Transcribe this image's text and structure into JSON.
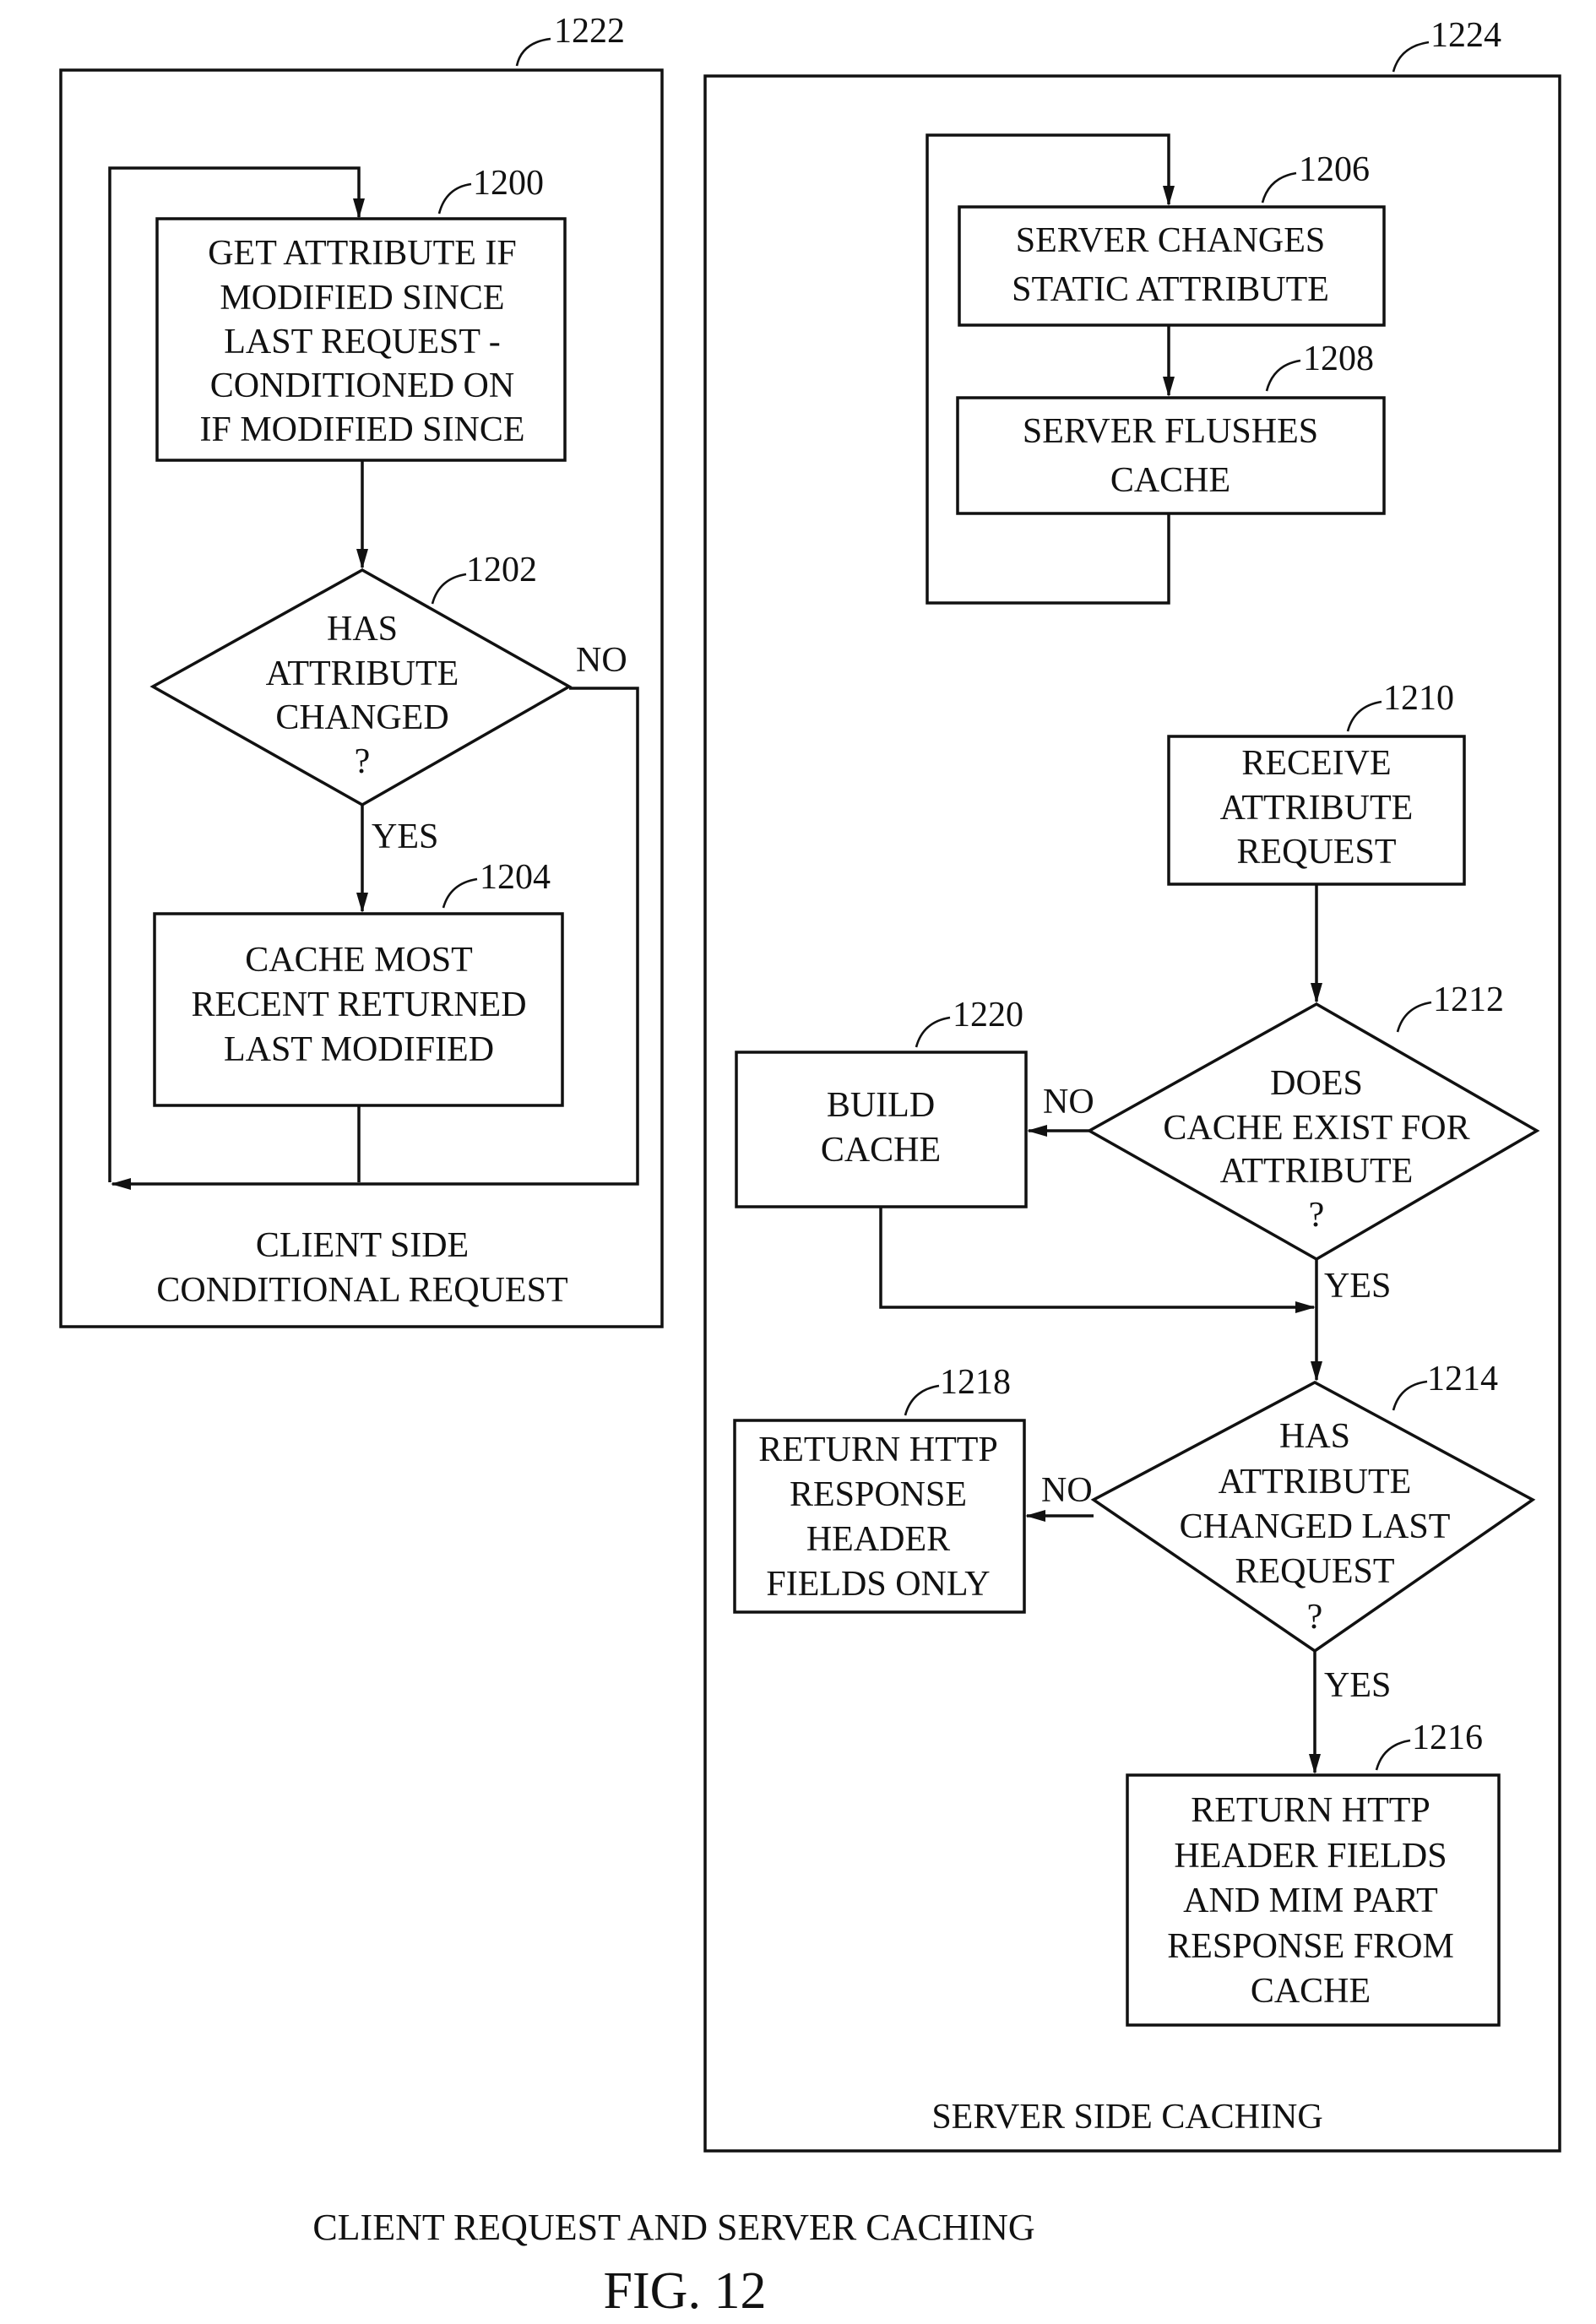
{
  "figure": {
    "caption": "CLIENT REQUEST AND SERVER CACHING",
    "number": "FIG. 12"
  },
  "client": {
    "ref": "1222",
    "title_lines": [
      "CLIENT SIDE",
      "CONDITIONAL REQUEST"
    ],
    "step_1200": {
      "ref": "1200",
      "lines": [
        "GET ATTRIBUTE IF",
        "MODIFIED SINCE",
        "LAST REQUEST -",
        "CONDITIONED ON",
        "IF MODIFIED SINCE"
      ]
    },
    "decision_1202": {
      "ref": "1202",
      "lines": [
        "HAS",
        "ATTRIBUTE",
        "CHANGED",
        "?"
      ],
      "yes_label": "YES",
      "no_label": "NO"
    },
    "step_1204": {
      "ref": "1204",
      "lines": [
        "CACHE MOST",
        "RECENT RETURNED",
        "LAST MODIFIED"
      ]
    }
  },
  "server": {
    "ref": "1224",
    "title": "SERVER SIDE CACHING",
    "step_1206": {
      "ref": "1206",
      "lines": [
        "SERVER CHANGES",
        "STATIC ATTRIBUTE"
      ]
    },
    "step_1208": {
      "ref": "1208",
      "lines": [
        "SERVER FLUSHES",
        "CACHE"
      ]
    },
    "step_1210": {
      "ref": "1210",
      "lines": [
        "RECEIVE",
        "ATTRIBUTE",
        "REQUEST"
      ]
    },
    "decision_1212": {
      "ref": "1212",
      "lines": [
        "DOES",
        "CACHE EXIST FOR",
        "ATTRIBUTE",
        "?"
      ],
      "yes_label": "YES",
      "no_label": "NO"
    },
    "step_1220": {
      "ref": "1220",
      "lines": [
        "BUILD",
        "CACHE"
      ]
    },
    "decision_1214": {
      "ref": "1214",
      "lines": [
        "HAS",
        "ATTRIBUTE",
        "CHANGED LAST",
        "REQUEST",
        "?"
      ],
      "yes_label": "YES",
      "no_label": "NO"
    },
    "step_1218": {
      "ref": "1218",
      "lines": [
        "RETURN HTTP",
        "RESPONSE",
        "HEADER",
        "FIELDS ONLY"
      ]
    },
    "step_1216": {
      "ref": "1216",
      "lines": [
        "RETURN HTTP",
        "HEADER FIELDS",
        "AND MIM PART",
        "RESPONSE FROM",
        "CACHE"
      ]
    }
  }
}
